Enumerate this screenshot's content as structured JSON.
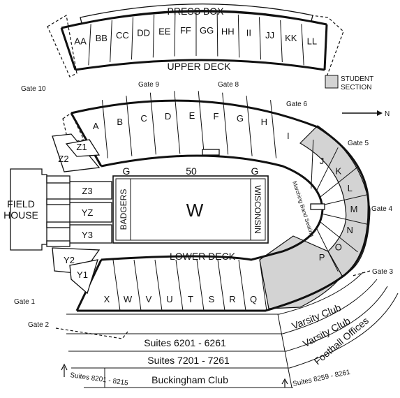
{
  "press_box": "PRESS BOX",
  "upper_deck": "UPPER DECK",
  "lower_deck": "LOWER DECK",
  "upper_sections": [
    "AA",
    "BB",
    "CC",
    "DD",
    "EE",
    "FF",
    "GG",
    "HH",
    "II",
    "JJ",
    "KK",
    "LL"
  ],
  "lower_north_sections": [
    "A",
    "B",
    "C",
    "D",
    "E",
    "F",
    "G",
    "H",
    "I"
  ],
  "lower_south_sections": [
    "X",
    "W",
    "V",
    "U",
    "T",
    "S",
    "R",
    "Q"
  ],
  "student_sections": [
    "J",
    "K",
    "L",
    "M",
    "N",
    "O",
    "P"
  ],
  "west_sections": [
    "Z1",
    "Z2",
    "Z3",
    "YZ",
    "Y3",
    "Y2",
    "Y1"
  ],
  "field": {
    "center": "W",
    "yard": "50",
    "goal_left": "G",
    "goal_right": "G",
    "endzone_left": "BADGERS",
    "endzone_right": "WISCONSIN"
  },
  "band_text": "Marching Band Seating",
  "field_house": [
    "FIELD",
    "HOUSE"
  ],
  "legend": {
    "label_line1": "STUDENT",
    "label_line2": "SECTION",
    "color": "#d3d3d3"
  },
  "north_arrow": "N",
  "gates": {
    "g1": "Gate 1",
    "g2": "Gate 2",
    "g3": "Gate 3",
    "g4": "Gate 4",
    "g5": "Gate 5",
    "g6": "Gate 6",
    "g8": "Gate 8",
    "g9": "Gate 9",
    "g10": "Gate 10"
  },
  "bands": {
    "suites_6": "Suites 6201 - 6261",
    "suites_7": "Suites 7201 - 7261",
    "buckingham": "Buckingham Club",
    "varsity1": "Varsity Club",
    "varsity2": "Varsity Club",
    "football_offices": "Football Offices",
    "suites_8201": "Suites 8201 - 8215",
    "suites_8259": "Suites 8259 - 8261"
  }
}
